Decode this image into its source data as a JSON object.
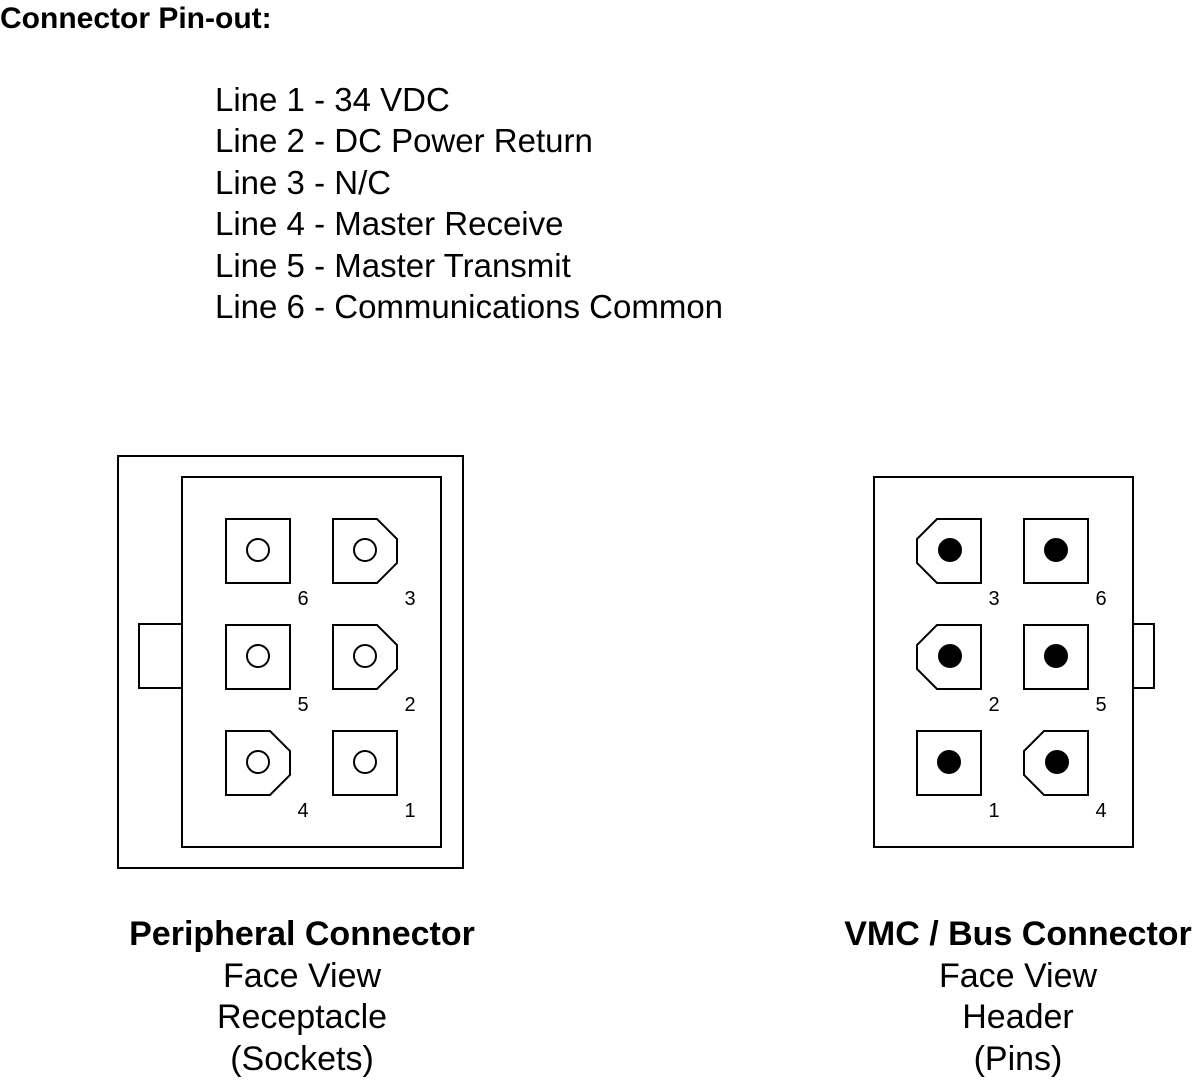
{
  "title": "Connector Pin-out:",
  "pinout": [
    "Line 1 - 34 VDC",
    "Line 2 - DC Power Return",
    "Line 3 - N/C",
    "Line 4 - Master Receive",
    "Line 5 - Master Transmit",
    "Line 6 - Communications Common"
  ],
  "peripheral": {
    "name": "Peripheral Connector",
    "view": "Face View",
    "type": "Receptacle",
    "contacts": "(Sockets)",
    "pins": [
      {
        "label": "6",
        "row": 0,
        "col": 0,
        "keyed": false
      },
      {
        "label": "3",
        "row": 0,
        "col": 1,
        "keyed": true
      },
      {
        "label": "5",
        "row": 1,
        "col": 0,
        "keyed": false
      },
      {
        "label": "2",
        "row": 1,
        "col": 1,
        "keyed": true
      },
      {
        "label": "4",
        "row": 2,
        "col": 0,
        "keyed": true
      },
      {
        "label": "1",
        "row": 2,
        "col": 1,
        "keyed": false
      }
    ]
  },
  "vmc": {
    "name": "VMC / Bus Connector",
    "view": "Face View",
    "type": "Header",
    "contacts": "(Pins)",
    "pins": [
      {
        "label": "3",
        "row": 0,
        "col": 0,
        "keyed": true
      },
      {
        "label": "6",
        "row": 0,
        "col": 1,
        "keyed": false
      },
      {
        "label": "2",
        "row": 1,
        "col": 0,
        "keyed": true
      },
      {
        "label": "5",
        "row": 1,
        "col": 1,
        "keyed": false
      },
      {
        "label": "1",
        "row": 2,
        "col": 0,
        "keyed": false
      },
      {
        "label": "4",
        "row": 2,
        "col": 1,
        "keyed": true
      }
    ]
  }
}
